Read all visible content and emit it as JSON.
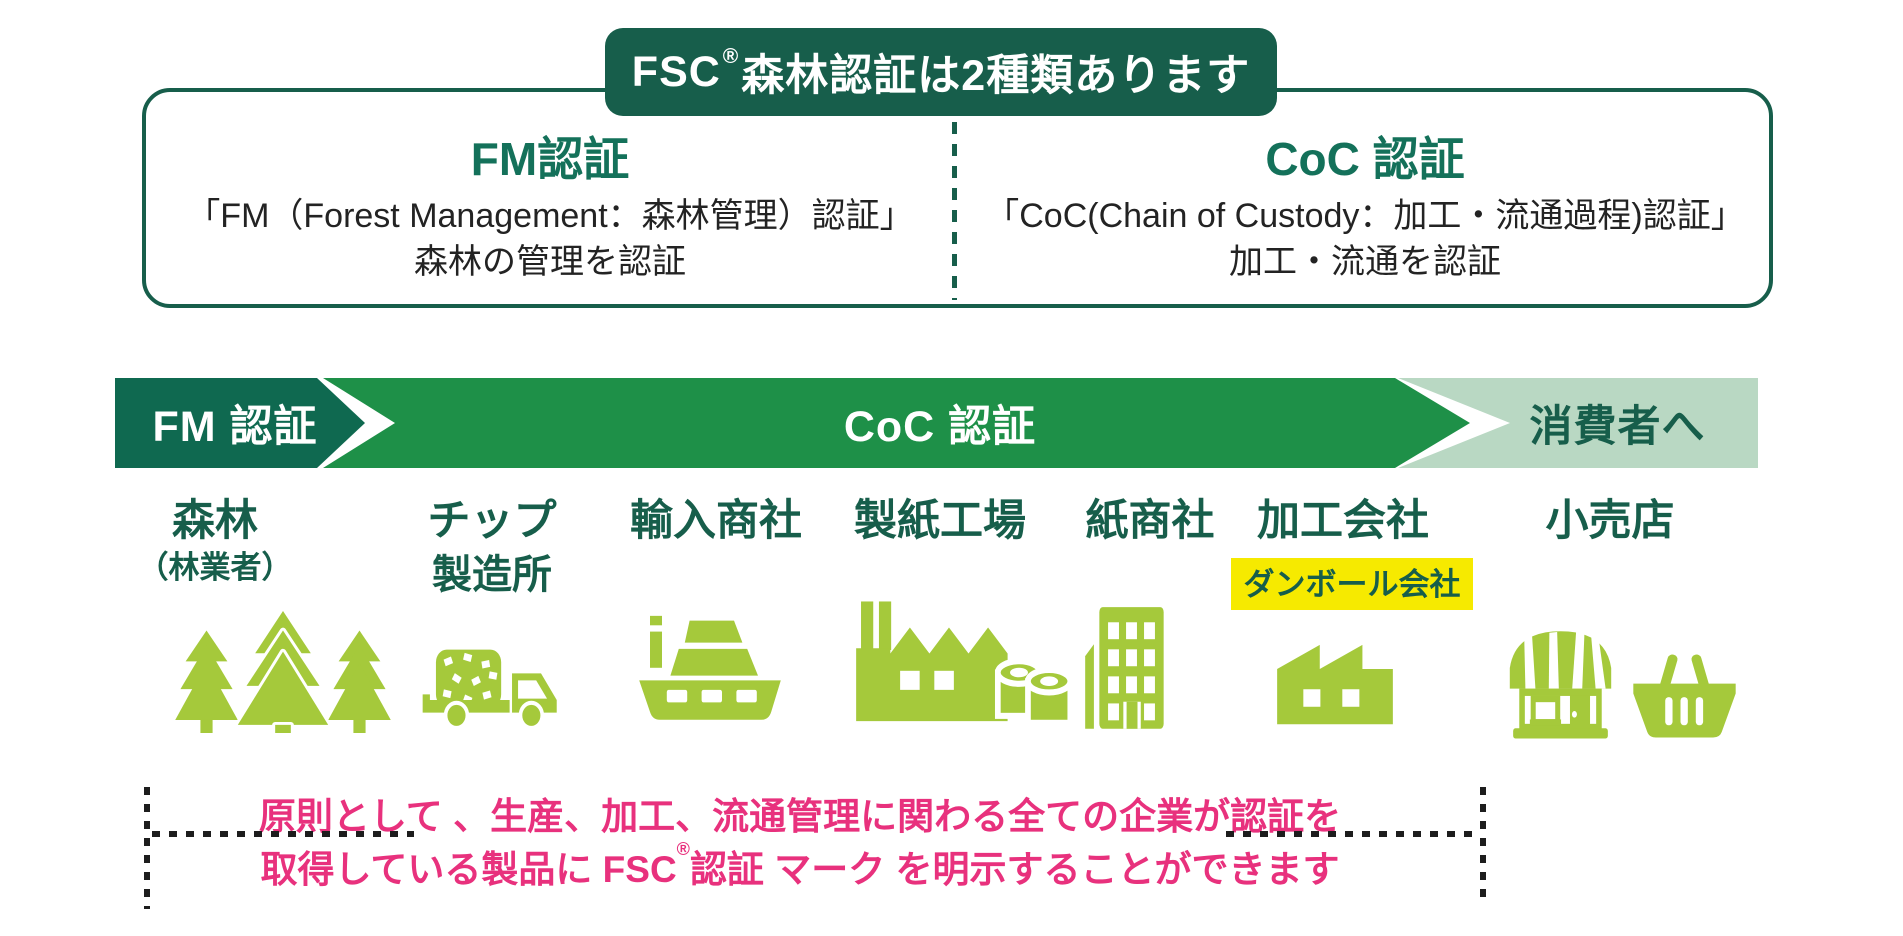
{
  "badge": {
    "pre": "FSC",
    "reg": "®",
    "post": "森林認証は2種類あります"
  },
  "types_box": {
    "fm": {
      "heading": "FM認証",
      "line1": "「FM（Forest Management：森林管理）認証」",
      "line2": "森林の管理を認証"
    },
    "coc": {
      "heading": "CoC 認証",
      "line1": "「CoC(Chain of Custody：加工・流通過程)認証」",
      "line2": "加工・流通を認証"
    }
  },
  "flow_band": {
    "fm_label": "FM 認証",
    "coc_label": "CoC 認証",
    "consumer_label": "消費者へ"
  },
  "stages": [
    {
      "label": "森林",
      "sublabel": "（林業者）",
      "icon": "forest-trees-icon"
    },
    {
      "label": "チップ",
      "sublabel": "製造所",
      "icon": "chip-truck-icon"
    },
    {
      "label": "輸入商社",
      "icon": "cargo-ship-icon"
    },
    {
      "label": "製紙工場",
      "icon": "paper-mill-icon"
    },
    {
      "label": "紙商社",
      "icon": "office-building-icon"
    },
    {
      "label": "加工会社",
      "highlight": "ダンボール会社",
      "icon": "processing-factory-icon"
    },
    {
      "label": "小売店",
      "icon": "retail-store-icon"
    }
  ],
  "footnote": {
    "line1": "原則として 、生産、加工、流通管理に関わる全ての企業が認証を",
    "line2_pre": "取得している製品に FSC",
    "line2_reg": "®",
    "line2_post": "認証 マーク を明示することができます"
  },
  "colors": {
    "dark_green": "#175E4B",
    "heading_green": "#14715A",
    "fm_arrow_green": "#0F6950",
    "coc_green": "#1E9048",
    "pale_green": "#B9D8C3",
    "icon_lime": "#A5C93B",
    "highlight_yellow": "#F6EA00",
    "note_pink": "#E8317D"
  }
}
